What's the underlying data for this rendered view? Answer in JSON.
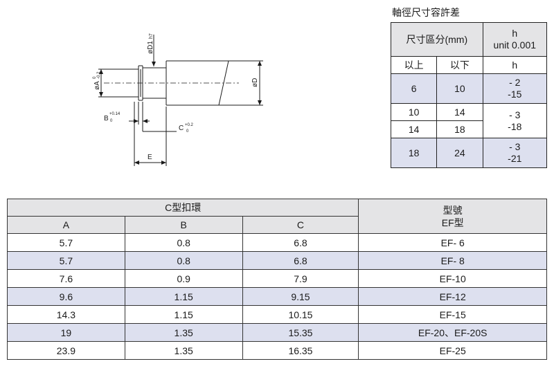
{
  "drawing": {
    "label_d1": "øD1",
    "label_d1_fit": "h7",
    "label_a": "øA",
    "label_a_tol_upper": "0",
    "label_a_tol_lower": "-0.2",
    "label_d": "øD",
    "label_b": "B",
    "label_b_tol_upper": "+0.14",
    "label_b_tol_lower": "0",
    "label_c": "C",
    "label_c_tol_upper": "+0.2",
    "label_c_tol_lower": "0",
    "label_e": "E"
  },
  "tolerance_table": {
    "title": "軸徑尺寸容許差",
    "header_range": "尺寸區分(mm)",
    "header_h": "h",
    "header_unit": "unit 0.001",
    "col_over": "以上",
    "col_under": "以下",
    "col_h": "h",
    "rows": [
      {
        "over": "6",
        "under": "10",
        "upper": "- 2",
        "lower": "-15"
      },
      {
        "over": "10",
        "under": "14",
        "upper": "- 3",
        "lower": "-18"
      },
      {
        "over": "14",
        "under": "18"
      },
      {
        "over": "18",
        "under": "24",
        "upper": "- 3",
        "lower": "-21"
      }
    ]
  },
  "ring_table": {
    "group_header": "C型扣環",
    "col_a": "A",
    "col_b": "B",
    "col_c": "C",
    "model_header_line1": "型號",
    "model_header_line2": "EF型",
    "rows": [
      {
        "a": "5.7",
        "b": "0.8",
        "c": "6.8",
        "model": "EF-  6"
      },
      {
        "a": "5.7",
        "b": "0.8",
        "c": "6.8",
        "model": "EF-  8"
      },
      {
        "a": "7.6",
        "b": "0.9",
        "c": "7.9",
        "model": "EF-10"
      },
      {
        "a": "9.6",
        "b": "1.15",
        "c": "9.15",
        "model": "EF-12"
      },
      {
        "a": "14.3",
        "b": "1.15",
        "c": "10.15",
        "model": "EF-15"
      },
      {
        "a": "19",
        "b": "1.35",
        "c": "15.35",
        "model": "EF-20、EF-20S"
      },
      {
        "a": "23.9",
        "b": "1.35",
        "c": "16.35",
        "model": "EF-25"
      }
    ]
  }
}
